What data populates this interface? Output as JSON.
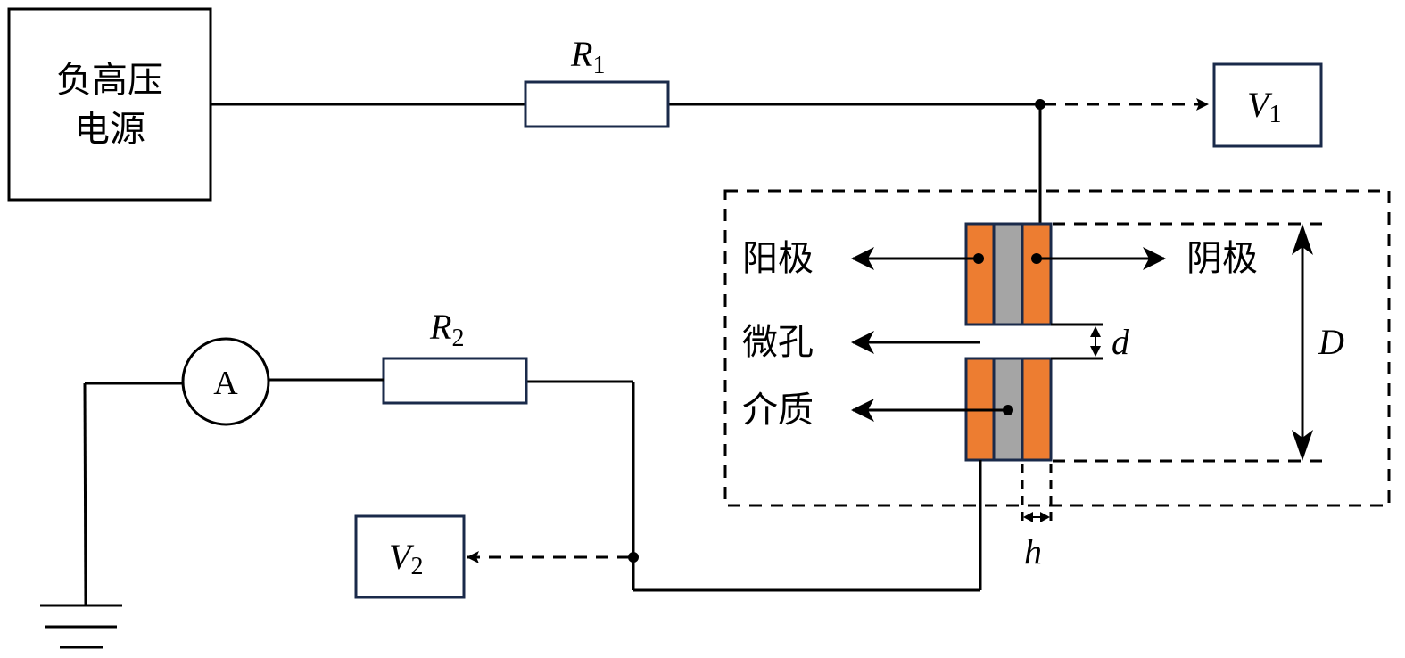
{
  "diagram": {
    "power_supply": {
      "line1": "负高压",
      "line2": "电源"
    },
    "resistor_1": {
      "symbol": "R",
      "subscript": "1"
    },
    "resistor_2": {
      "symbol": "R",
      "subscript": "2"
    },
    "voltmeter_1": {
      "symbol": "V",
      "subscript": "1"
    },
    "voltmeter_2": {
      "symbol": "V",
      "subscript": "2"
    },
    "ammeter": {
      "symbol": "A"
    },
    "labels": {
      "anode": "阳极",
      "cathode": "阴极",
      "microhole": "微孔",
      "dielectric": "介质"
    },
    "dimensions": {
      "hole_width": "d",
      "total_height": "D",
      "dielectric_thickness": "h"
    },
    "colors": {
      "electrode": "#ed7d31",
      "dielectric": "#a5a5a5",
      "outline": "#1a2a4a"
    }
  }
}
